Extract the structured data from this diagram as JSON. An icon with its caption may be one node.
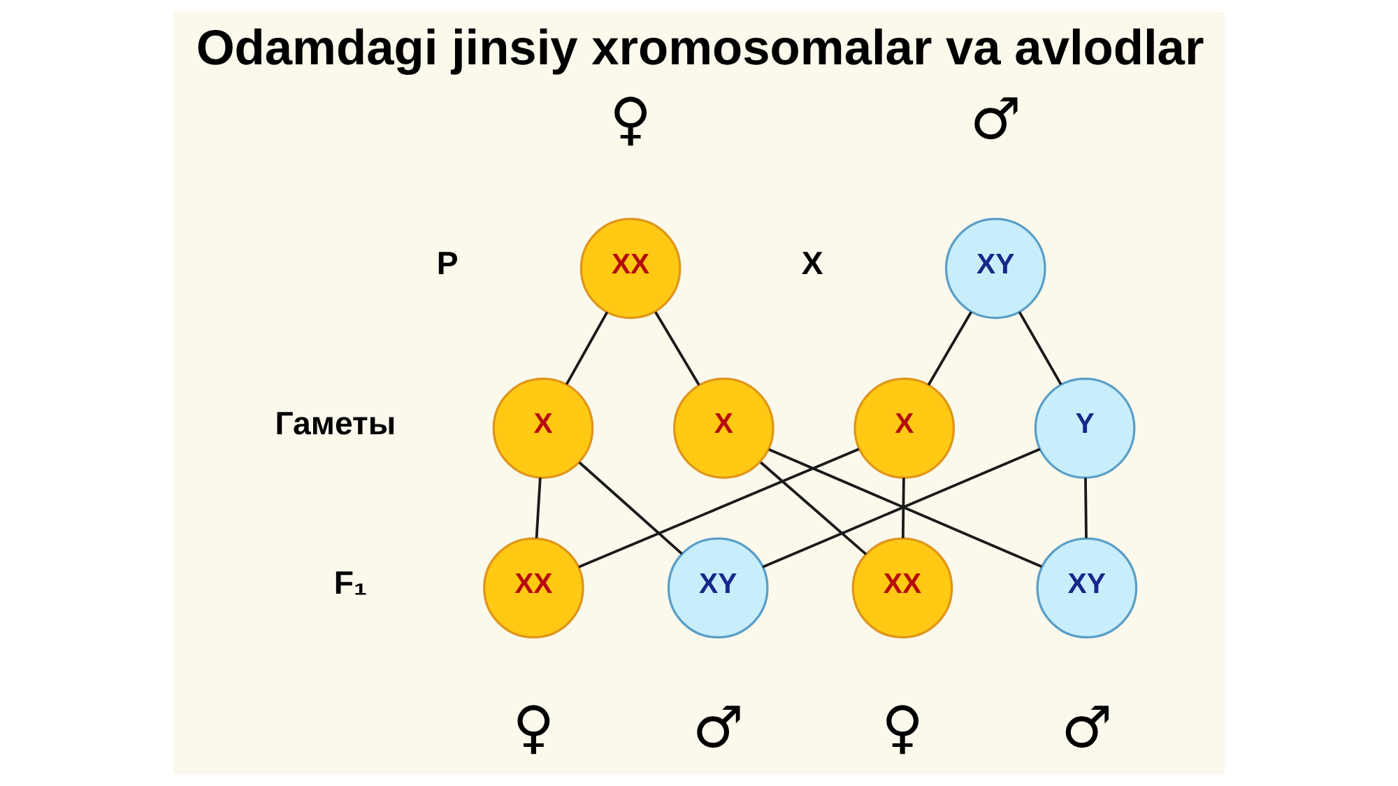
{
  "diagram": {
    "title": "Odamdagi jinsiy xromosomalar va avlodlar",
    "nodes": [
      {
        "text": [
          "XX"
        ],
        "beside": [
          "♀"
        ]
      },
      {
        "text": [
          "XY"
        ],
        "beside": [
          "♂"
        ]
      },
      {
        "text": [
          "X"
        ]
      },
      {
        "text": [
          "X"
        ]
      },
      {
        "text": [
          "X"
        ]
      },
      {
        "text": [
          "Y"
        ]
      },
      {
        "text": [
          "XX"
        ],
        "beside": [
          "♀"
        ]
      },
      {
        "text": [
          "XY"
        ],
        "beside": [
          "♂"
        ]
      },
      {
        "text": [
          "XX"
        ],
        "beside": [
          "♀"
        ]
      },
      {
        "text": [
          "XY"
        ],
        "beside": [
          "♂"
        ]
      }
    ],
    "edges": [
      {
        "from": 0,
        "to": 2,
        "arrow": "none"
      },
      {
        "from": 0,
        "to": 3,
        "arrow": "none"
      },
      {
        "from": 1,
        "to": 4,
        "arrow": "none"
      },
      {
        "from": 1,
        "to": 5,
        "arrow": "none"
      },
      {
        "from": 2,
        "to": 6,
        "arrow": "none"
      },
      {
        "from": 2,
        "to": 7,
        "arrow": "none"
      },
      {
        "from": 3,
        "to": 8,
        "arrow": "none"
      },
      {
        "from": 3,
        "to": 9,
        "arrow": "none"
      },
      {
        "from": 4,
        "to": 6,
        "arrow": "none"
      },
      {
        "from": 4,
        "to": 8,
        "arrow": "none"
      },
      {
        "from": 5,
        "to": 7,
        "arrow": "none"
      },
      {
        "from": 5,
        "to": 9,
        "arrow": "none"
      }
    ],
    "labels": [
      "P",
      "X",
      "Гаметы",
      "F₁"
    ]
  }
}
